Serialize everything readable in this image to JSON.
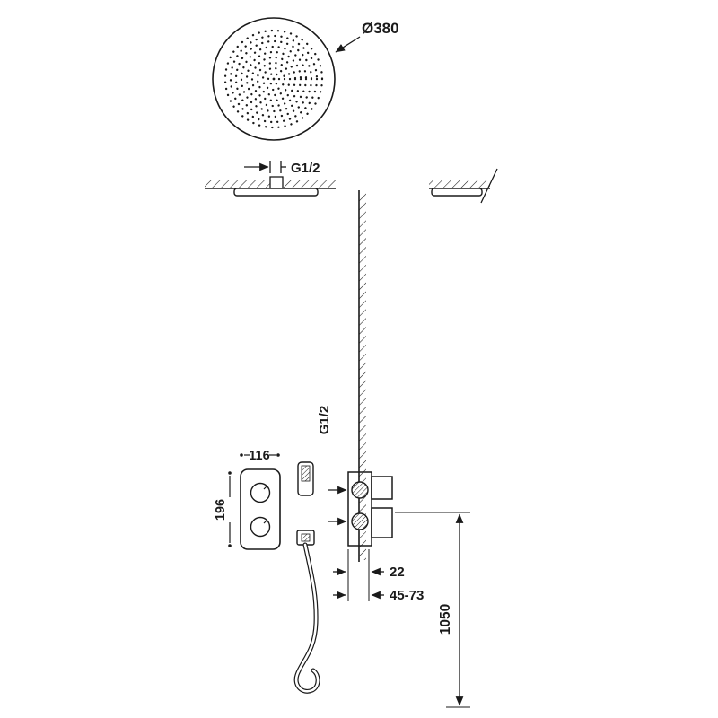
{
  "colors": {
    "line": "#1a1a1a",
    "background": "#ffffff"
  },
  "labels": {
    "head_diameter": "Ø380",
    "head_connection": "G1/2",
    "valve_connection": "G1/2",
    "panel_width": "116",
    "panel_height": "196",
    "wall_offset": "22",
    "depth_range": "45-73",
    "install_height": "1050"
  }
}
